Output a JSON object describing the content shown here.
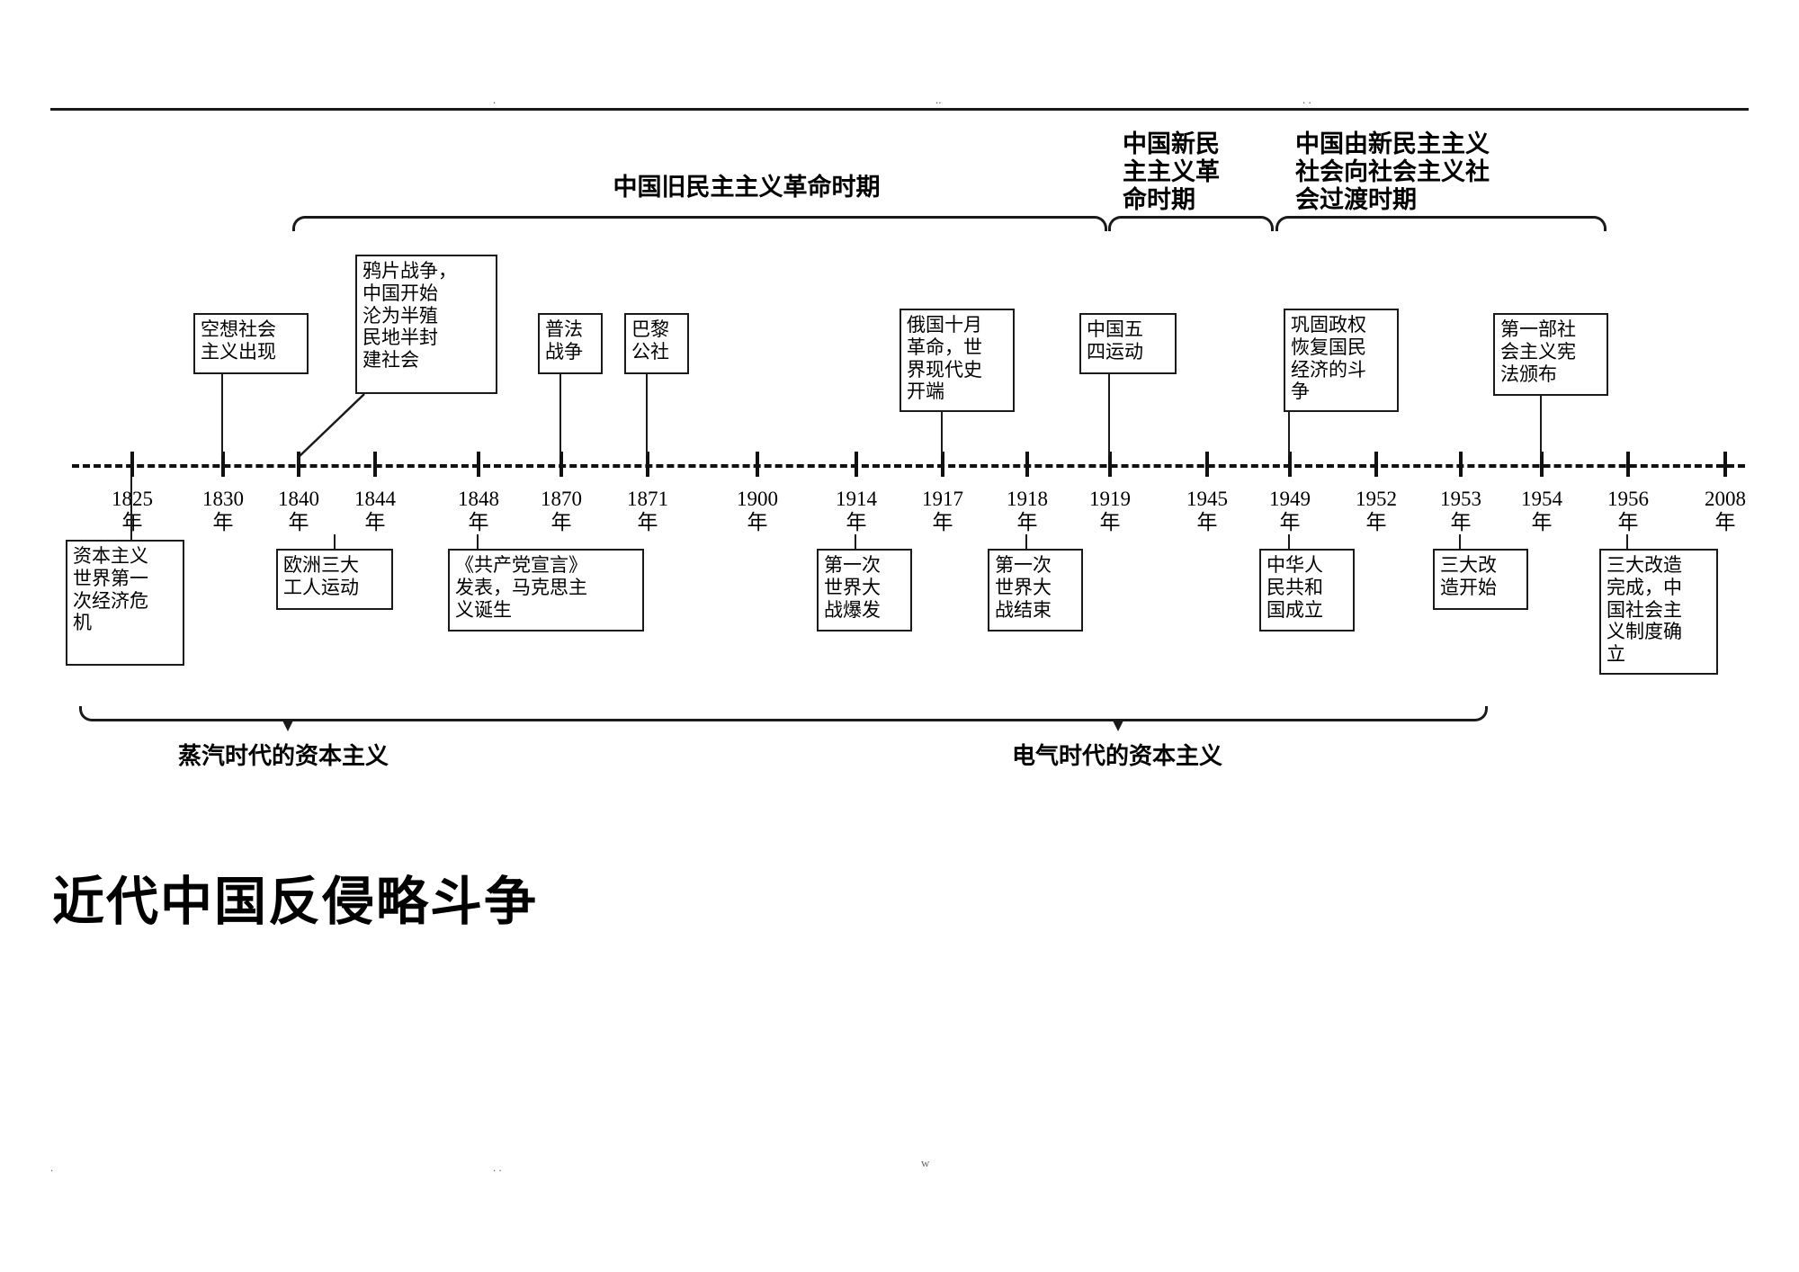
{
  "document": {
    "heading": "近代中国反侵略斗争",
    "top_rule_marks": [
      ".",
      "..",
      ". ."
    ],
    "foot_marks": [
      ".",
      ". .",
      "w"
    ]
  },
  "periods": [
    {
      "id": "old-democratic",
      "label": "中国旧民主主义革命时期"
    },
    {
      "id": "new-democratic",
      "label": "中国新民\n主主义革\n命时期"
    },
    {
      "id": "transition",
      "label": "中国由新民主主义\n社会向社会主义社\n会过渡时期"
    }
  ],
  "axis": {
    "start_year": "1825",
    "end_year": "2008",
    "unit_suffix": "年",
    "ticks": [
      {
        "year": "1825",
        "label": "1825\n年"
      },
      {
        "year": "1830",
        "label": "1830\n年"
      },
      {
        "year": "1840",
        "label": "1840\n年"
      },
      {
        "year": "1844",
        "label": "1844\n年"
      },
      {
        "year": "1848",
        "label": "1848\n年"
      },
      {
        "year": "1870",
        "label": "1870\n年"
      },
      {
        "year": "1871",
        "label": "1871\n年"
      },
      {
        "year": "1900",
        "label": "1900\n年"
      },
      {
        "year": "1914",
        "label": "1914\n年"
      },
      {
        "year": "1917",
        "label": "1917\n年"
      },
      {
        "year": "1918",
        "label": "1918\n年"
      },
      {
        "year": "1919",
        "label": "1919\n年"
      },
      {
        "year": "1945",
        "label": "1945\n年"
      },
      {
        "year": "1949",
        "label": "1949\n年"
      },
      {
        "year": "1952",
        "label": "1952\n年"
      },
      {
        "year": "1953",
        "label": "1953\n年"
      },
      {
        "year": "1954",
        "label": "1954\n年"
      },
      {
        "year": "1956",
        "label": "1956\n年"
      },
      {
        "year": "2008",
        "label": "2008\n年"
      }
    ]
  },
  "events_above": [
    {
      "year": "1830",
      "text": "空想社会\n主义出现"
    },
    {
      "year": "1840",
      "text": "鸦片战争，\n中国开始\n沦为半殖\n民地半封\n建社会"
    },
    {
      "year": "1870",
      "text": "普法\n战争"
    },
    {
      "year": "1871",
      "text": "巴黎\n公社"
    },
    {
      "year": "1917",
      "text": "俄国十月\n革命，世\n界现代史\n开端"
    },
    {
      "year": "1919",
      "text": "中国五\n四运动"
    },
    {
      "year": "1949",
      "text": "巩固政权\n恢复国民\n经济的斗\n争"
    },
    {
      "year": "1954",
      "text": "第一部社\n会主义宪\n法颁布"
    }
  ],
  "events_below": [
    {
      "year": "1825",
      "text": "资本主义\n世界第一\n次经济危\n机"
    },
    {
      "year": "1844",
      "text": "欧洲三大\n工人运动"
    },
    {
      "year": "1848",
      "text": "《共产党宣言》\n发表，马克思主\n义诞生"
    },
    {
      "year": "1914",
      "text": "第一次\n世界大\n战爆发"
    },
    {
      "year": "1918",
      "text": "第一次\n世界大\n战结束"
    },
    {
      "year": "1949",
      "text": "中华人\n民共和\n国成立"
    },
    {
      "year": "1953",
      "text": "三大改\n造开始"
    },
    {
      "year": "1956",
      "text": "三大改造\n完成，中\n国社会主\n义制度确\n立"
    }
  ],
  "bottom_brackets": [
    {
      "id": "steam",
      "label": "蒸汽时代的资本主义"
    },
    {
      "id": "electrical",
      "label": "电气时代的资本主义"
    }
  ]
}
